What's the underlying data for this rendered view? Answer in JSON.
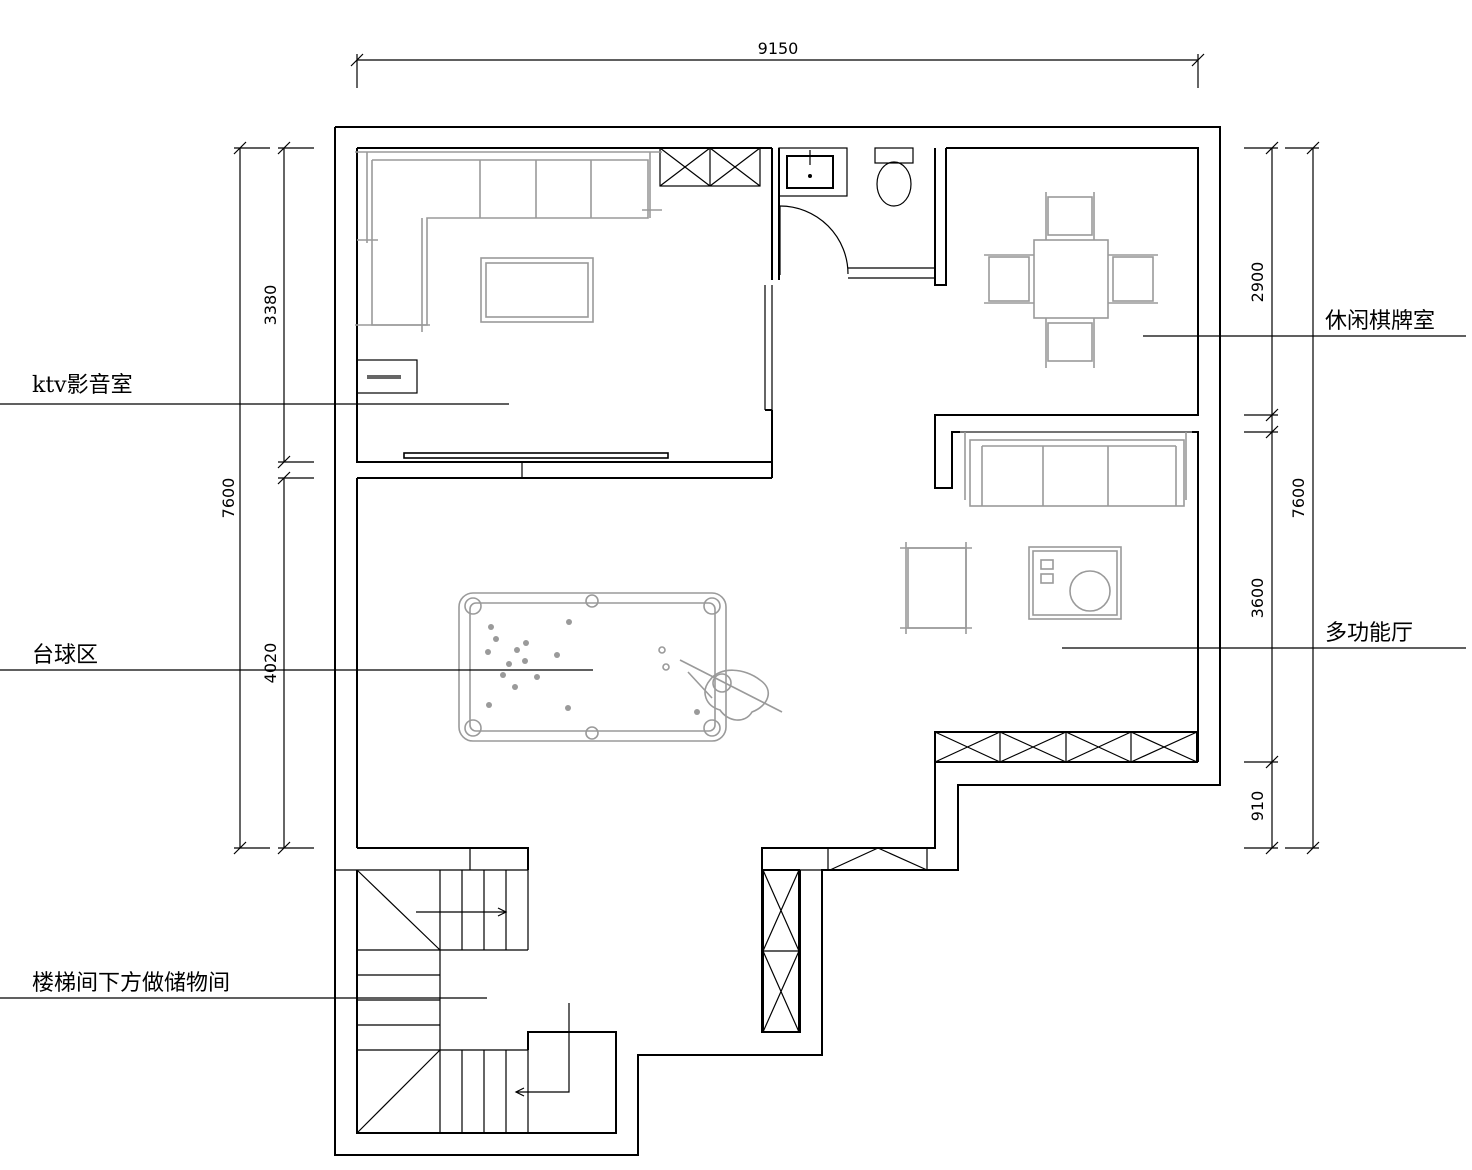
{
  "rooms": {
    "ktv": "ktv影音室",
    "chess": "休闲棋牌室",
    "billiards": "台球区",
    "multi": "多功能厅",
    "stairs": "楼梯间下方做储物间"
  },
  "dimensions": {
    "total_width": "9150",
    "left_total": "7600",
    "left_upper": "3380",
    "left_lower": "4020",
    "right_total": "7600",
    "right_upper": "2900",
    "right_middle": "3600",
    "right_lower": "910"
  }
}
